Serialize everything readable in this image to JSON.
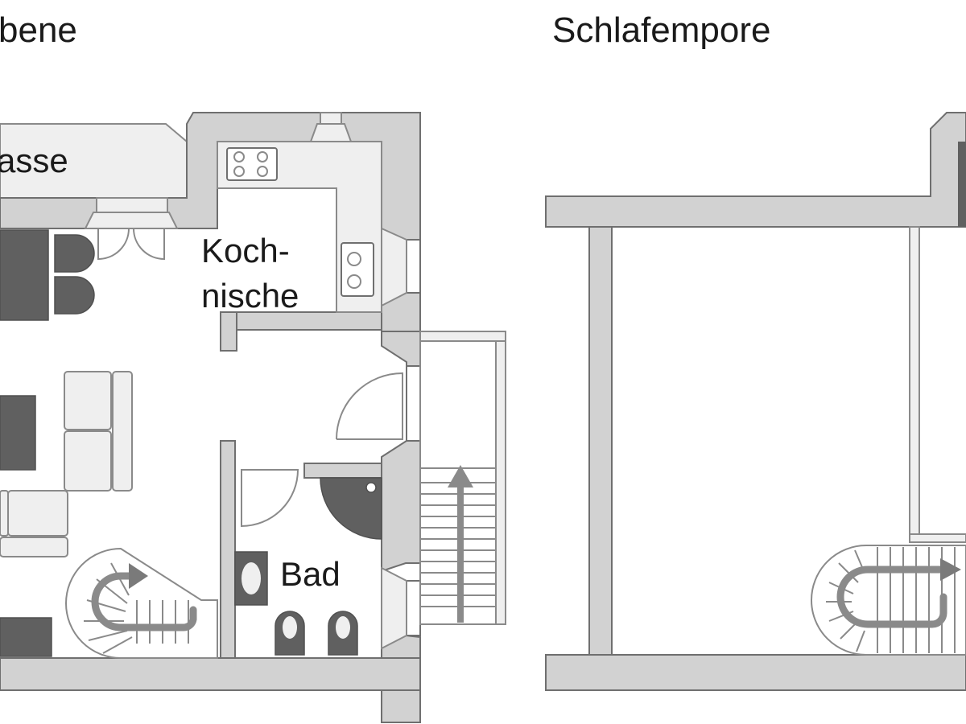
{
  "headings": {
    "left_floor": "bene",
    "right_floor": "Schlafempore"
  },
  "rooms": {
    "terrace": "asse",
    "kitchen_line1": "Koch-",
    "kitchen_line2": "nische",
    "bath": "Bad"
  },
  "colors": {
    "wall": "#d2d2d2",
    "wall_outline": "#6f6f6f",
    "furniture_dark": "#606060",
    "furniture_light": "#efefef",
    "text": "#1a1a1a"
  }
}
